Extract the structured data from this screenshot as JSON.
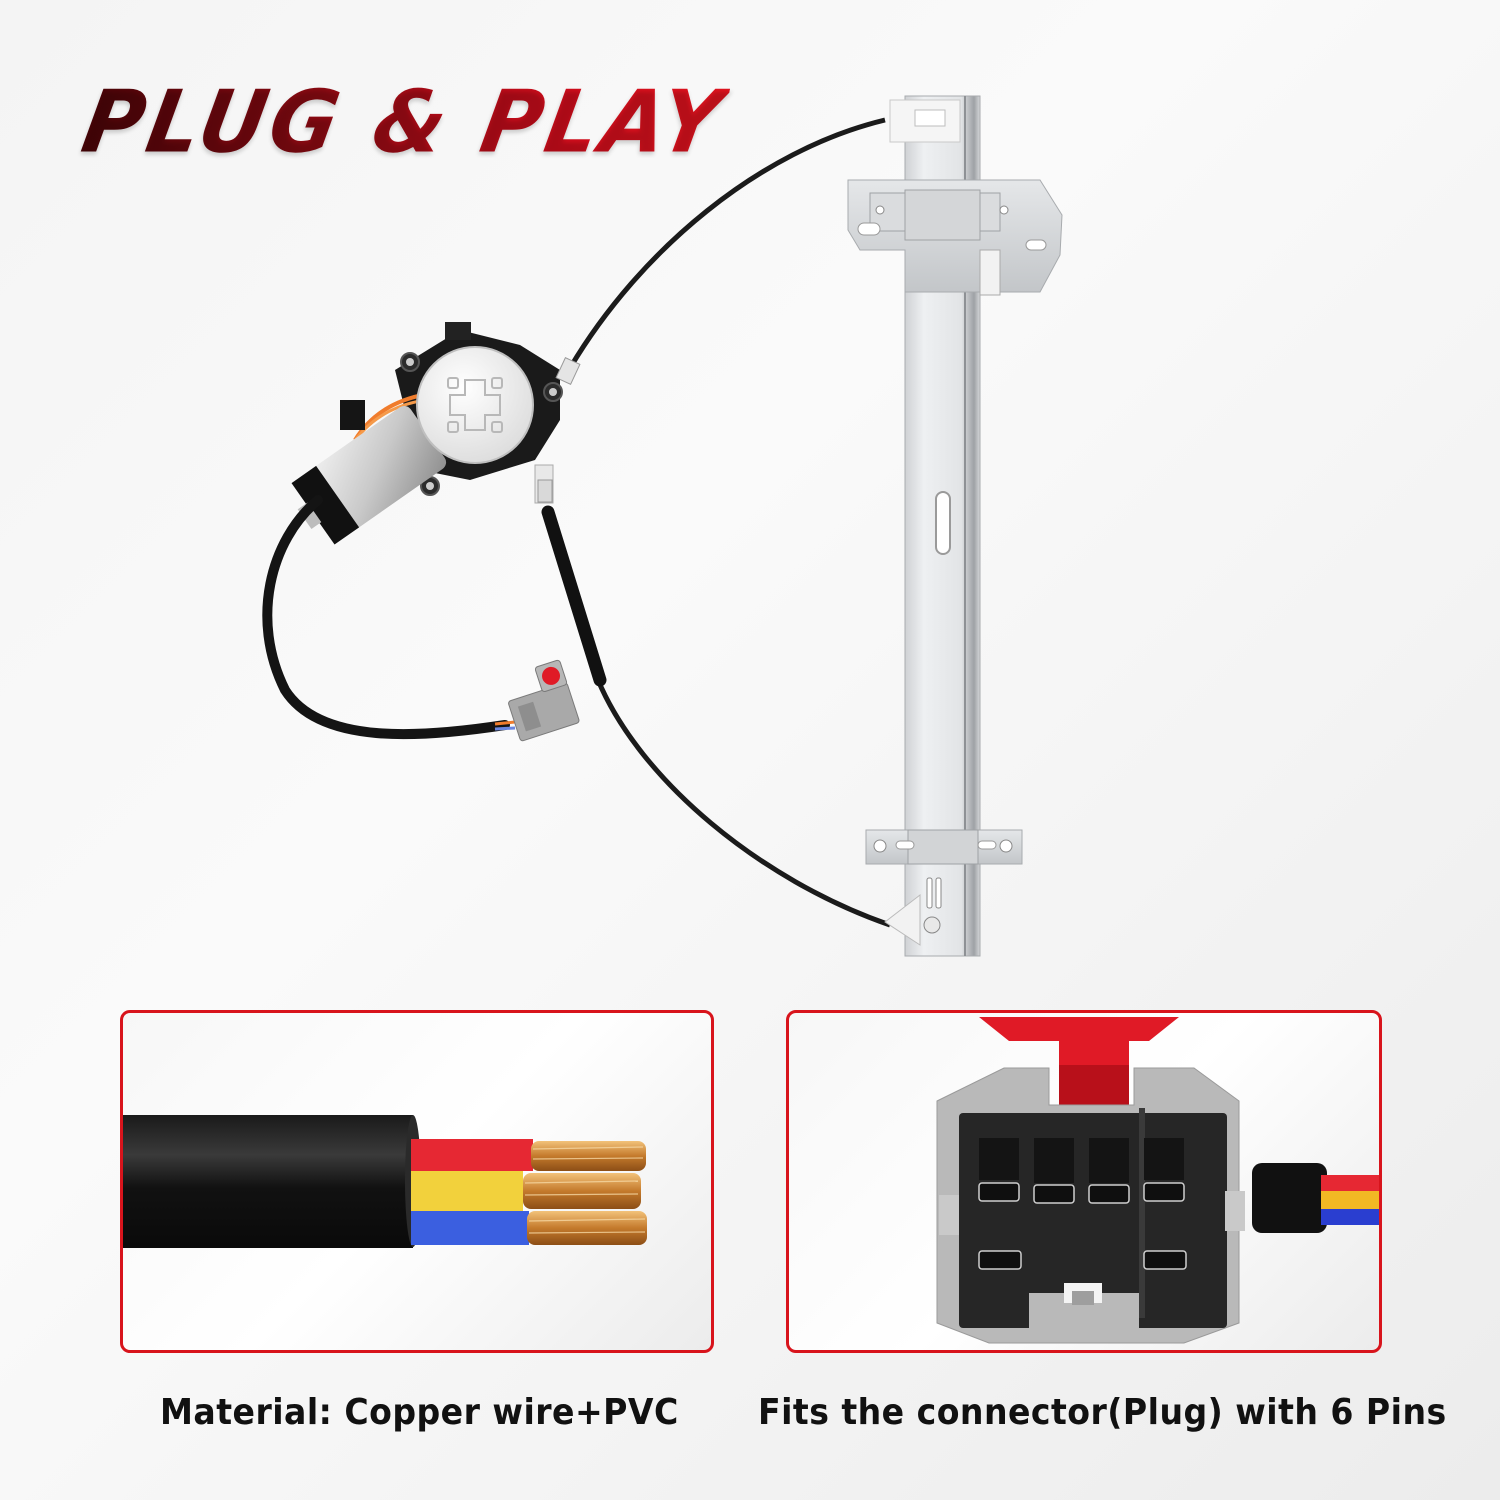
{
  "headline": "PLUG & PLAY",
  "colors": {
    "accent_red": "#d8141c",
    "headline_dark": "#4a0408",
    "headline_bright": "#e3141f",
    "wire_red": "#e62833",
    "wire_yellow": "#f2d13c",
    "wire_blue": "#3b5fe0",
    "copper": "#d08a3c",
    "connector_gray": "#b9b9b9",
    "connector_clip_red": "#e01a26"
  },
  "product": {
    "name": "window-regulator-with-motor",
    "parts": [
      "motor",
      "gear-housing",
      "cable",
      "rail",
      "mounting-brackets",
      "wire-harness",
      "plug-connector"
    ]
  },
  "panels": [
    {
      "id": "material",
      "icon": "cable-cross-section-icon",
      "wire_colors": [
        "red",
        "yellow",
        "blue"
      ],
      "caption": "Material: Copper wire+PVC"
    },
    {
      "id": "connector",
      "icon": "connector-plug-icon",
      "pin_count": 6,
      "pin_rows": [
        4,
        2
      ],
      "caption": "Fits the connector(Plug) with 6 Pins"
    }
  ]
}
